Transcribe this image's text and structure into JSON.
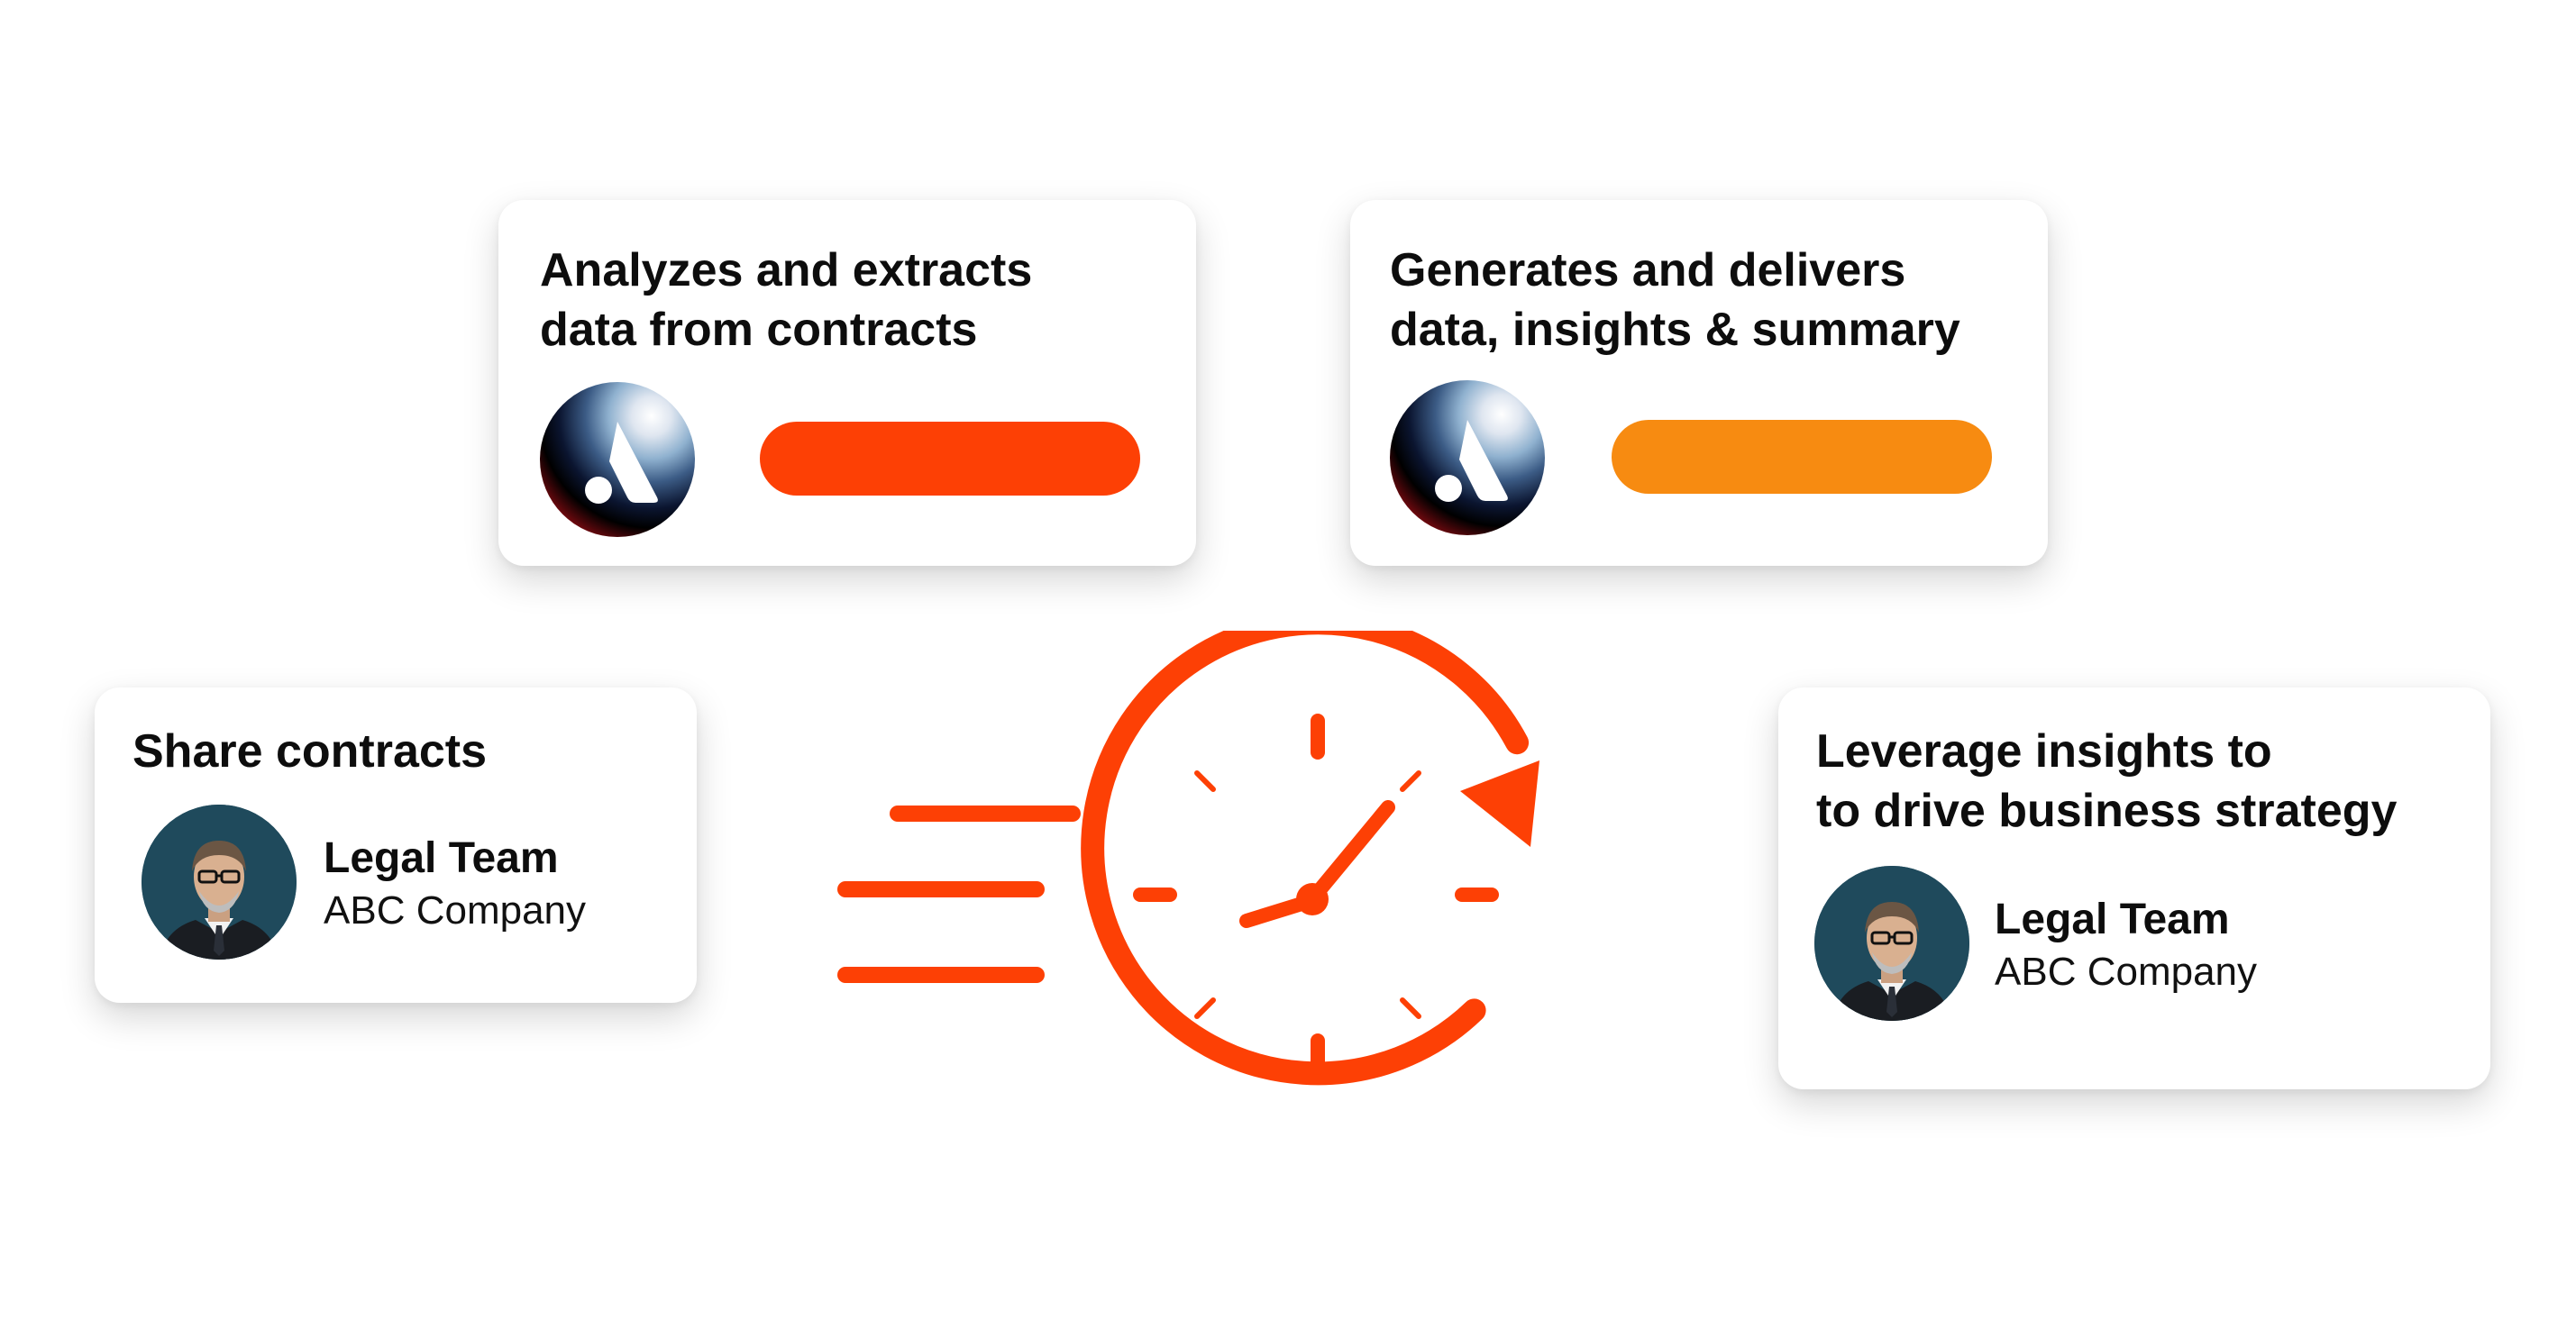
{
  "cards": {
    "analyze": {
      "title": "Analyzes and extracts\ndata from contracts",
      "logo_icon": "a-logo-icon",
      "bar_color": "#fd4005"
    },
    "generate": {
      "title": "Generates and delivers\ndata, insights & summary",
      "logo_icon": "a-logo-icon",
      "bar_color": "#f78b11"
    },
    "share": {
      "title": "Share contracts",
      "person": {
        "name": "Legal Team",
        "company": "ABC Company"
      }
    },
    "leverage": {
      "title": "Leverage insights to\nto drive business strategy",
      "person": {
        "name": "Legal Team",
        "company": "ABC Company"
      }
    }
  },
  "center": {
    "icon": "fast-clock-icon",
    "color": "#fd4005"
  },
  "colors": {
    "accent_red": "#fd4005",
    "accent_orange": "#f78b11",
    "avatar_bg": "#1f4a5c"
  }
}
